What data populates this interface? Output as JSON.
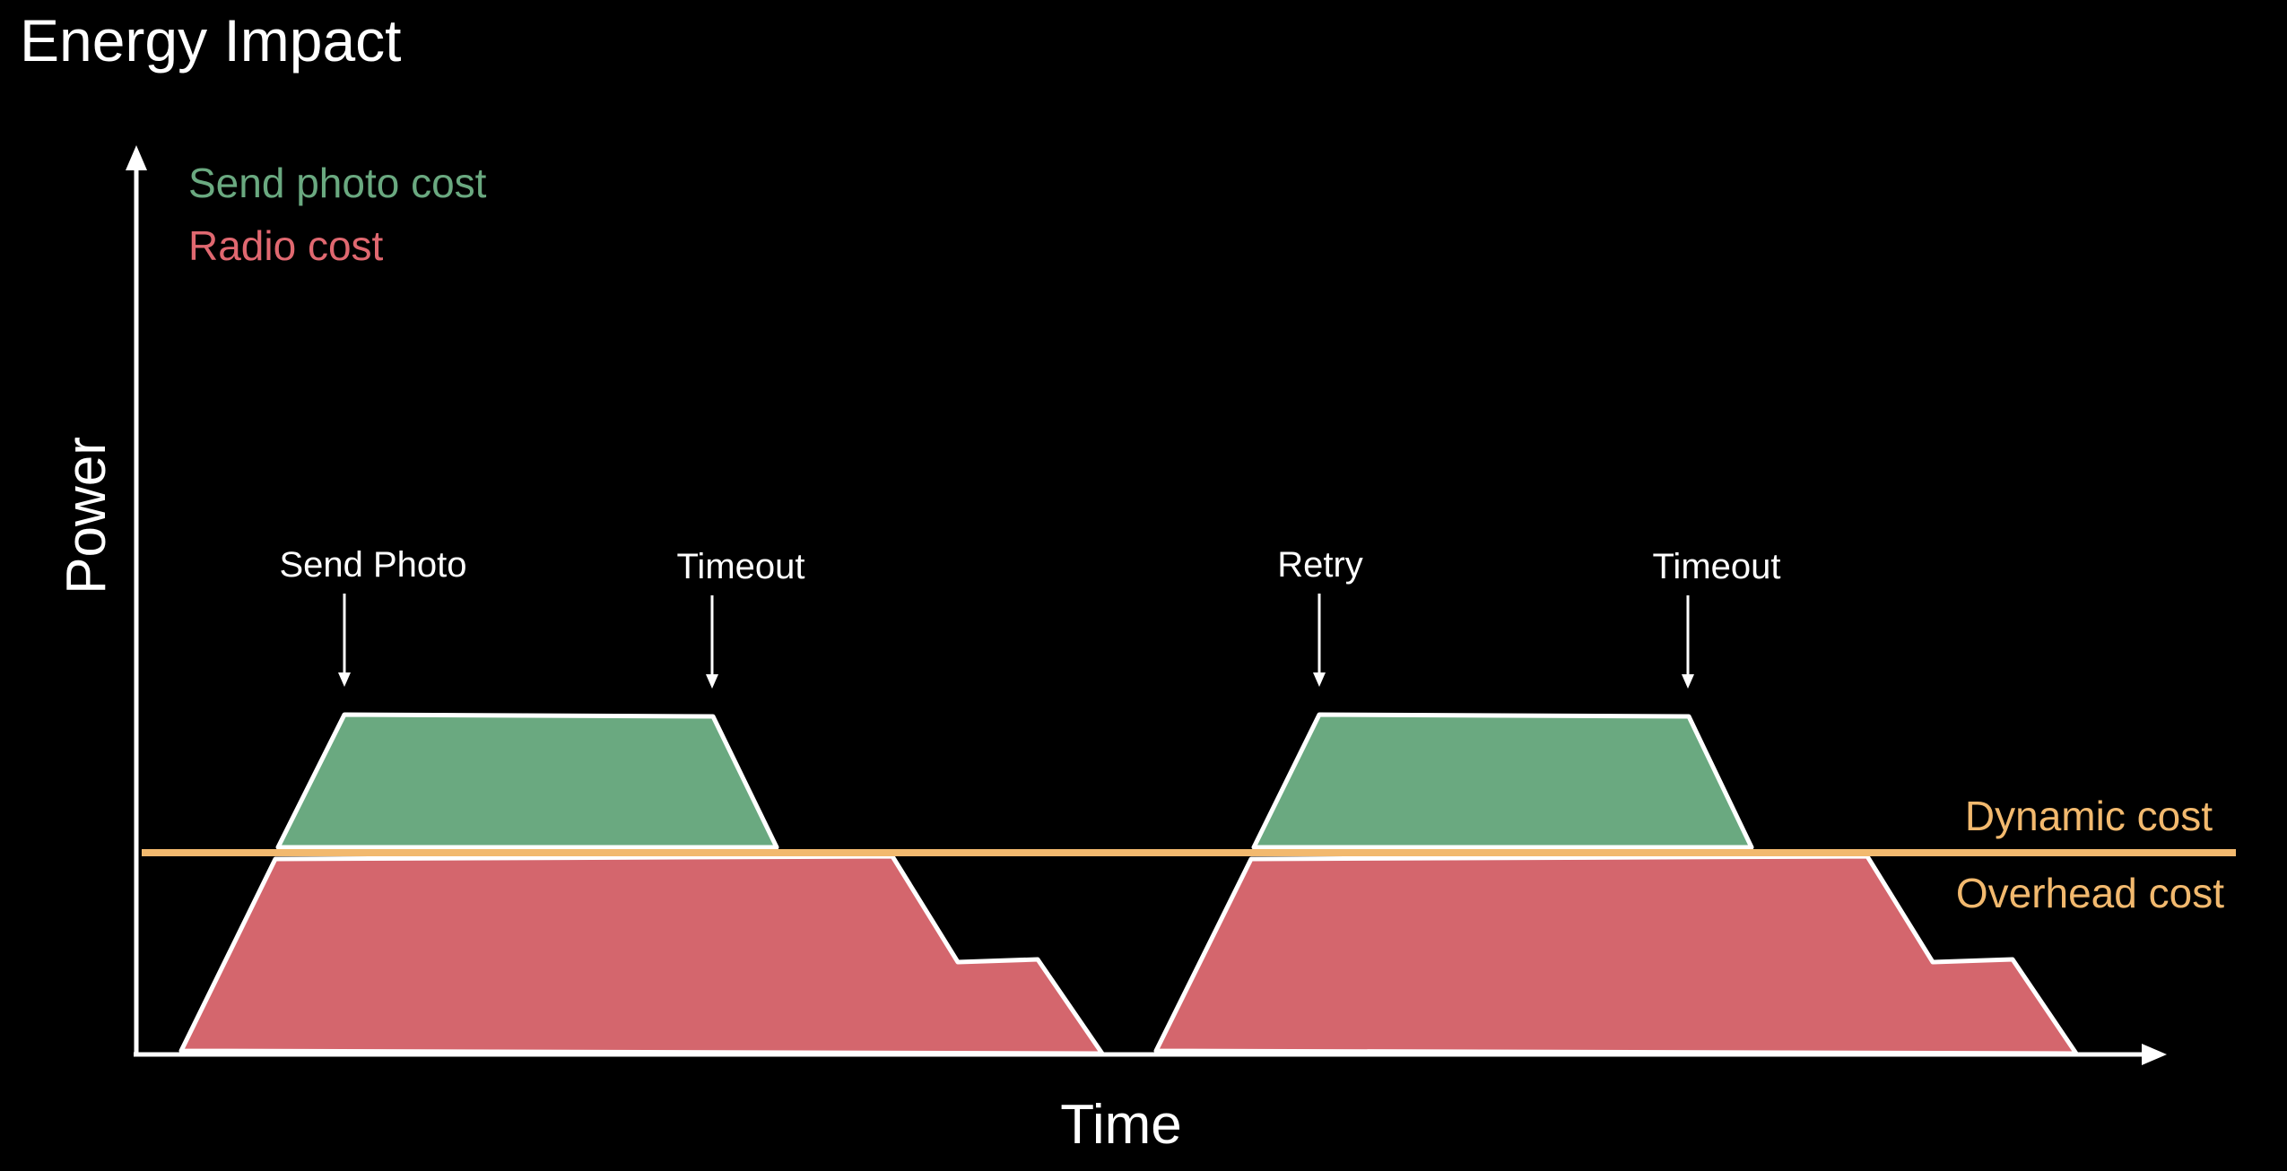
{
  "title": "Energy Impact",
  "legend": {
    "send_photo_cost": "Send photo cost",
    "radio_cost": "Radio cost"
  },
  "axes": {
    "y_label": "Power",
    "x_label": "Time"
  },
  "events": {
    "send_photo": "Send Photo",
    "timeout_1": "Timeout",
    "retry": "Retry",
    "timeout_2": "Timeout"
  },
  "threshold": {
    "dynamic_cost": "Dynamic cost",
    "overhead_cost": "Overhead cost"
  },
  "colors": {
    "background": "#000000",
    "send_photo_fill": "#6aa980",
    "send_photo_text": "#6aa980",
    "radio_fill": "#d4666d",
    "radio_text": "#e06870",
    "threshold_line": "#f2b96e",
    "threshold_text": "#f2b96e",
    "axis": "#ffffff",
    "text": "#ffffff"
  }
}
